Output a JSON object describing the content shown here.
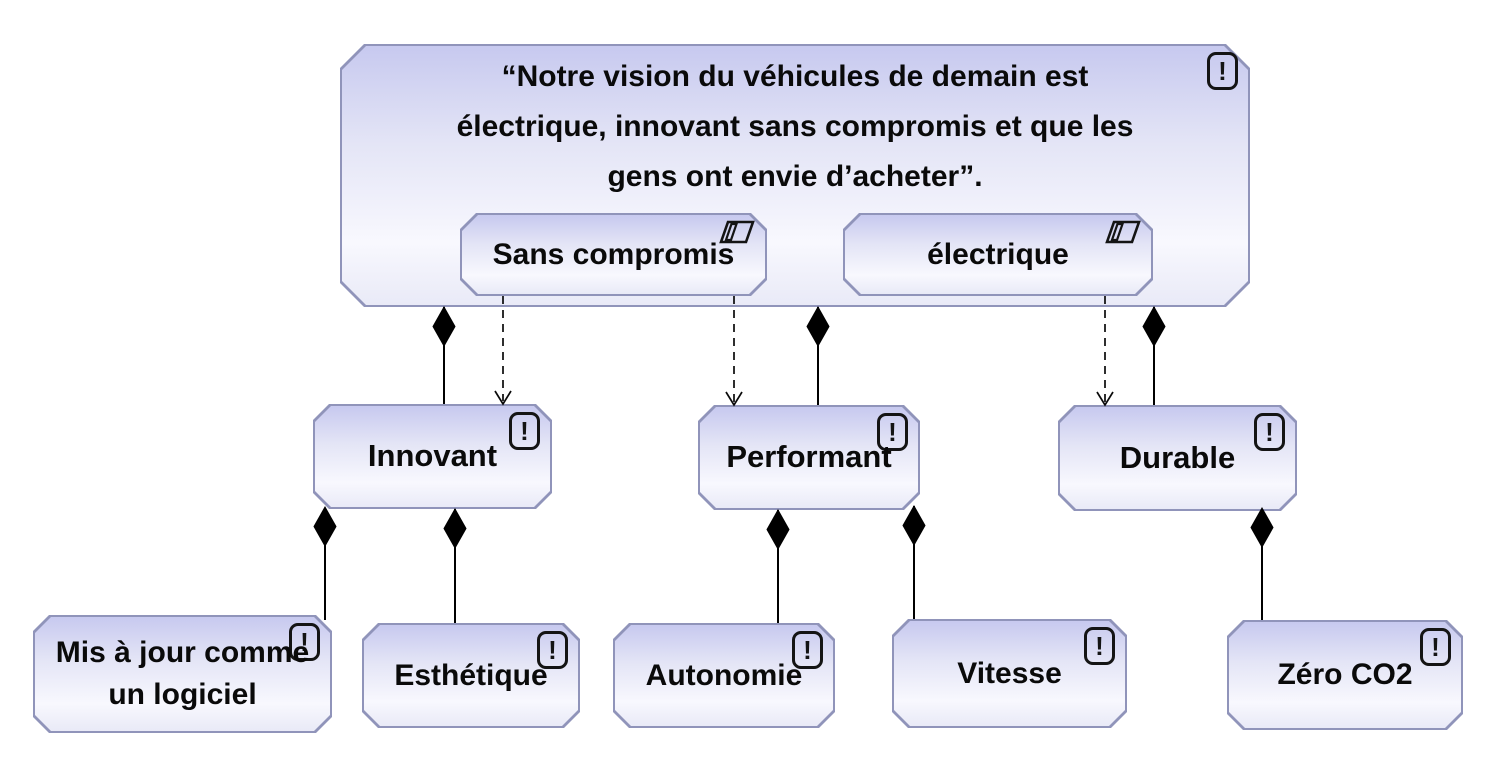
{
  "diagram_type": "requirements-diagram",
  "colors": {
    "background": "#ffffff",
    "box_border": "#9094ba",
    "box_fill_top": "#c7c9ef",
    "box_fill_bottom": "#e9eaf7",
    "connector": "#000000",
    "text": "#0a0a0a"
  },
  "icons": {
    "requirement_glyph": "!"
  },
  "nodes": {
    "vision": {
      "text": "“Notre vision du véhicules de demain est\nélectrique,  innovant sans compromis et que les\ngens ont envie d’acheter”."
    },
    "sans_compromis": {
      "label": "Sans compromis"
    },
    "electrique": {
      "label": "électrique"
    },
    "innovant": {
      "label": "Innovant"
    },
    "performant": {
      "label": "Performant"
    },
    "durable": {
      "label": "Durable"
    },
    "mis_a_jour": {
      "label": "Mis à jour comme\nun logiciel"
    },
    "esthetique": {
      "label": "Esthétique"
    },
    "autonomie": {
      "label": "Autonomie"
    },
    "vitesse": {
      "label": "Vitesse"
    },
    "zero_co2": {
      "label": "Zéro CO2"
    }
  },
  "relations": {
    "composition": [
      [
        "vision",
        "innovant"
      ],
      [
        "vision",
        "performant"
      ],
      [
        "vision",
        "durable"
      ],
      [
        "innovant",
        "mis_a_jour"
      ],
      [
        "innovant",
        "esthetique"
      ],
      [
        "performant",
        "autonomie"
      ],
      [
        "performant",
        "vitesse"
      ],
      [
        "durable",
        "zero_co2"
      ]
    ],
    "dependency": [
      [
        "sans_compromis",
        "innovant"
      ],
      [
        "sans_compromis",
        "performant"
      ],
      [
        "electrique",
        "durable"
      ]
    ]
  }
}
